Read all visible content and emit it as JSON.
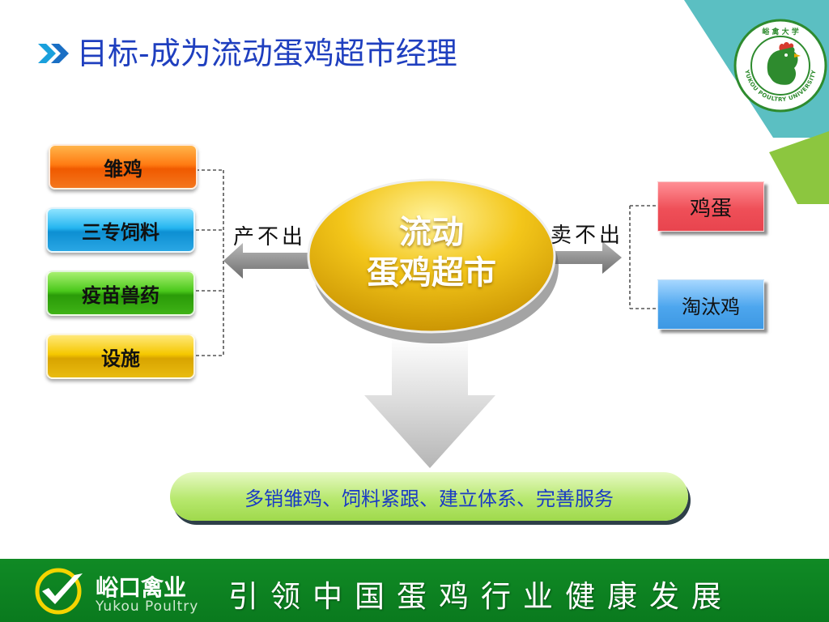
{
  "title": "目标-成为流动蛋鸡超市经理",
  "center": {
    "line1": "流动",
    "line2": "蛋鸡超市"
  },
  "inputs": [
    "雏鸡",
    "三专饲料",
    "疫苗兽药",
    "设施"
  ],
  "left_arrow_label": "产不出",
  "right_arrow_label": "卖不出",
  "outputs": [
    "鸡蛋",
    "淘汰鸡"
  ],
  "result": "多销雏鸡、饲料紧跟、建立体系、完善服务",
  "footer": {
    "brand_cn": "峪口禽业",
    "brand_en": "Yukou Poultry",
    "slogan": "引领中国蛋鸡行业健康发展"
  },
  "logo": {
    "top_text": "峪 禽 大 学",
    "ring_text": "YUKOU POULTRY UNIVERSITY",
    "icon": "rooster-icon"
  },
  "colors": {
    "title": "#1f3fbf",
    "footer": "#0a7a1e",
    "teal": "#5bbfc2",
    "green_accent": "#8cc63f"
  }
}
